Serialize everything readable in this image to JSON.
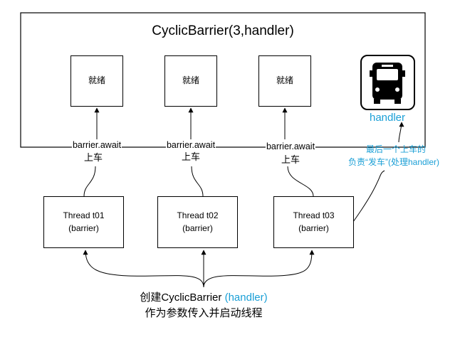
{
  "barrier": {
    "title": "CyclicBarrier(3,handler)"
  },
  "ready_label": "就绪",
  "await_label": "barrier.await",
  "board_label": "上车",
  "handler": {
    "label": "handler",
    "note_line1": "最后一个上车的",
    "note_line2": "负责“发车”(处理handler)",
    "icon": "bus-icon"
  },
  "threads": [
    {
      "name": "Thread t01",
      "arg": "(barrier)"
    },
    {
      "name": "Thread t02",
      "arg": "(barrier)"
    },
    {
      "name": "Thread t03",
      "arg": "(barrier)"
    }
  ],
  "caption": {
    "line1_prefix": "创建CyclicBarrier ",
    "line1_highlight": "(handler)",
    "line2": "作为参数传入并启动线程"
  },
  "colors": {
    "accent": "#1a9fd6",
    "stroke": "#000000"
  }
}
